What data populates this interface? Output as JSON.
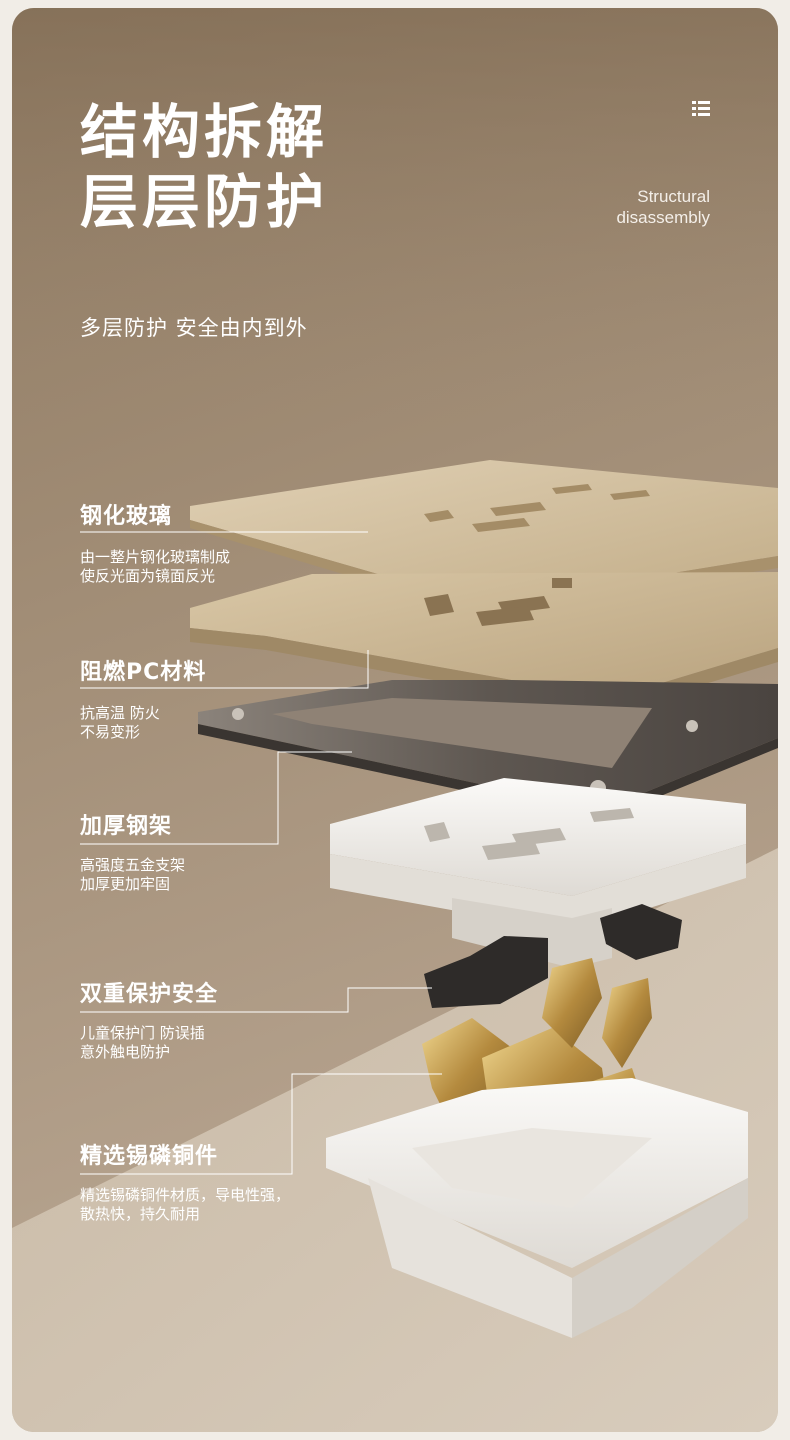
{
  "header": {
    "title_line1": "结构拆解",
    "title_line2": "层层防护",
    "english_line1": "Structural",
    "english_line2": "disassembly",
    "subtitle": "多层防护  安全由内到外",
    "menu_icon": "list-icon"
  },
  "layers": [
    {
      "title": "钢化玻璃",
      "desc_line1": "由一整片钢化玻璃制成",
      "desc_line2": "使反光面为镜面反光"
    },
    {
      "title": "阻燃PC材料",
      "desc_line1": "抗高温 防火",
      "desc_line2": "不易变形"
    },
    {
      "title": "加厚钢架",
      "desc_line1": "高强度五金支架",
      "desc_line2": "加厚更加牢固"
    },
    {
      "title": "双重保护安全",
      "desc_line1": "儿童保护门 防误插",
      "desc_line2": "意外触电防护"
    },
    {
      "title": "精选锡磷铜件",
      "desc_line1": "精选锡磷铜件材质，导电性强，",
      "desc_line2": "散热快，持久耐用"
    }
  ],
  "colors": {
    "background_top": "#8f7a62",
    "background_bottom": "#c2b4a3",
    "gold_panel": "#cdb996",
    "steel_frame": "#6e6660",
    "white_module": "#f3f1ee",
    "copper": "#c9a860",
    "text": "#ffffff"
  }
}
